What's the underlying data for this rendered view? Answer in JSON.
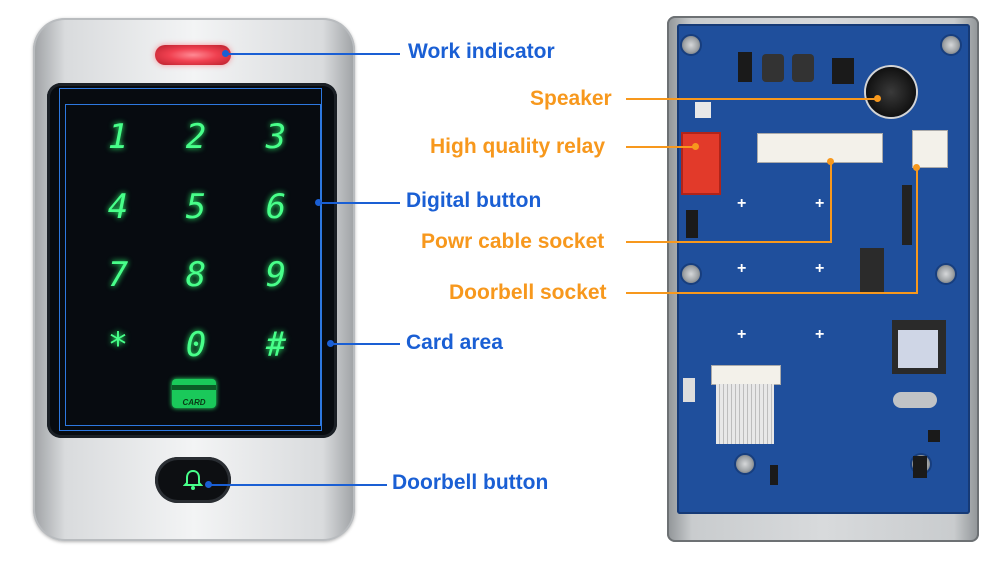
{
  "keypad": {
    "keys": [
      "1",
      "2",
      "3",
      "4",
      "5",
      "6",
      "7",
      "8",
      "9",
      "*",
      "0",
      "#"
    ],
    "card_label": "CARD",
    "bell_icon": "bell-icon",
    "glow_color": "#48ff8a"
  },
  "labels_left": {
    "work_indicator": "Work indicator",
    "digital_button": "Digital button",
    "card_area": "Card area",
    "doorbell_button": "Doorbell button"
  },
  "labels_right": {
    "speaker": "Speaker",
    "relay": "High quality relay",
    "power_socket": "Powr cable socket",
    "doorbell_socket": "Doorbell socket"
  },
  "colors": {
    "left_callout": "#1a5fd4",
    "right_callout": "#f7981d",
    "pcb": "#1f4f9c"
  }
}
